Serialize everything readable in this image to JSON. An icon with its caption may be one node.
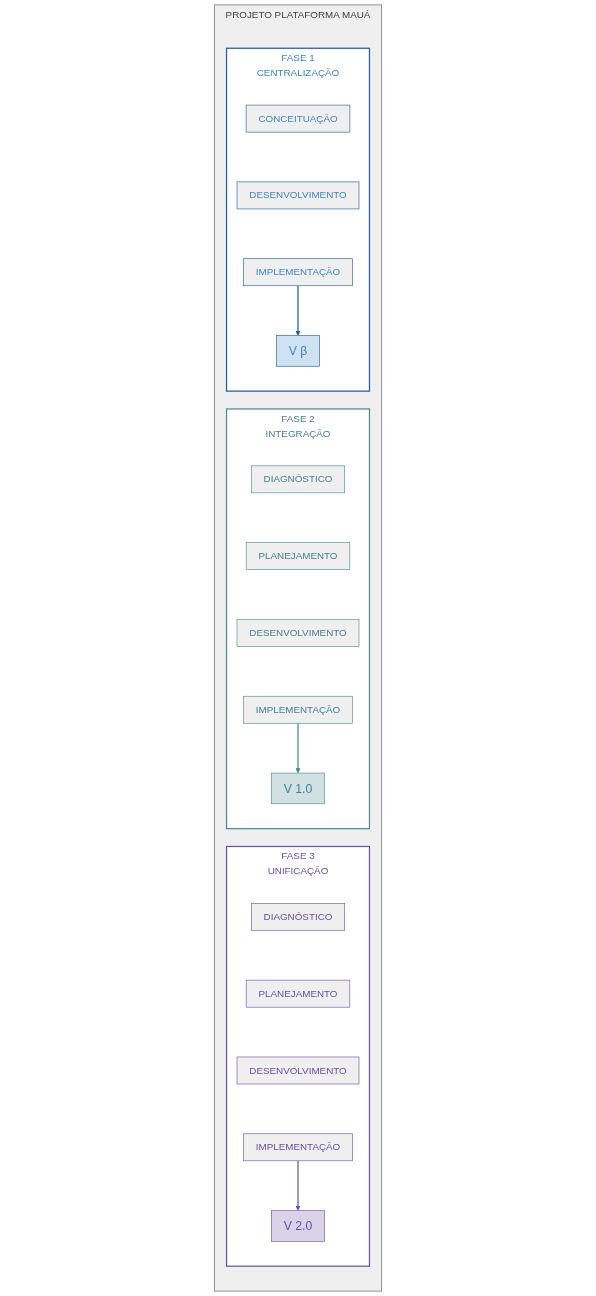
{
  "diagram": {
    "nodes": [
      {
        "text": [
          "PROJETO PLATAFORMA MAUÁ"
        ]
      },
      {
        "text": [
          "FASE 1",
          "CENTRALIZAÇÃO"
        ],
        "in": 0
      },
      {
        "text": [
          "CONCEITUAÇÃO"
        ],
        "in": 1
      },
      {
        "text": [
          "DESENVOLVIMENTO"
        ],
        "in": 1
      },
      {
        "text": [
          "IMPLEMENTAÇÃO"
        ],
        "in": 1
      },
      {
        "text": [
          "V β"
        ],
        "in": 1
      },
      {
        "text": [
          "FASE 2",
          "INTEGRAÇÃO"
        ],
        "in": 0
      },
      {
        "text": [
          "DIAGNÓSTICO"
        ],
        "in": 6
      },
      {
        "text": [
          "PLANEJAMENTO"
        ],
        "in": 6
      },
      {
        "text": [
          "DESENVOLVIMENTO"
        ],
        "in": 6
      },
      {
        "text": [
          "IMPLEMENTAÇÃO"
        ],
        "in": 6
      },
      {
        "text": [
          "V 1.0"
        ],
        "in": 6
      },
      {
        "text": [
          "FASE 3",
          "UNIFICAÇÃO"
        ],
        "in": 0
      },
      {
        "text": [
          "DIAGNÓSTICO"
        ],
        "in": 12
      },
      {
        "text": [
          "PLANEJAMENTO"
        ],
        "in": 12
      },
      {
        "text": [
          "DESENVOLVIMENTO"
        ],
        "in": 12
      },
      {
        "text": [
          "IMPLEMENTAÇÃO"
        ],
        "in": 12
      },
      {
        "text": [
          "V 2.0"
        ],
        "in": 12
      }
    ],
    "edges": [
      {
        "from": 4,
        "to": 5,
        "arrow": "to"
      },
      {
        "from": 10,
        "to": 11,
        "arrow": "to"
      },
      {
        "from": 16,
        "to": 17,
        "arrow": "to"
      }
    ]
  }
}
